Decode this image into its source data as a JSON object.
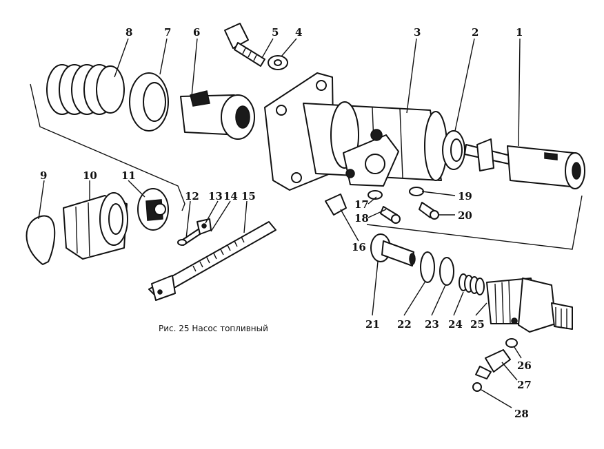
{
  "caption": "Рис. 25 Насос топливный",
  "labels": [
    "1",
    "2",
    "3",
    "4",
    "5",
    "6",
    "7",
    "8",
    "9",
    "10",
    "11",
    "12",
    "13",
    "14",
    "15",
    "16",
    "17",
    "18",
    "19",
    "20",
    "21",
    "22",
    "23",
    "24",
    "25",
    "26",
    "27",
    "28"
  ],
  "colors": {
    "ink": "#111111",
    "background": "#ffffff"
  }
}
